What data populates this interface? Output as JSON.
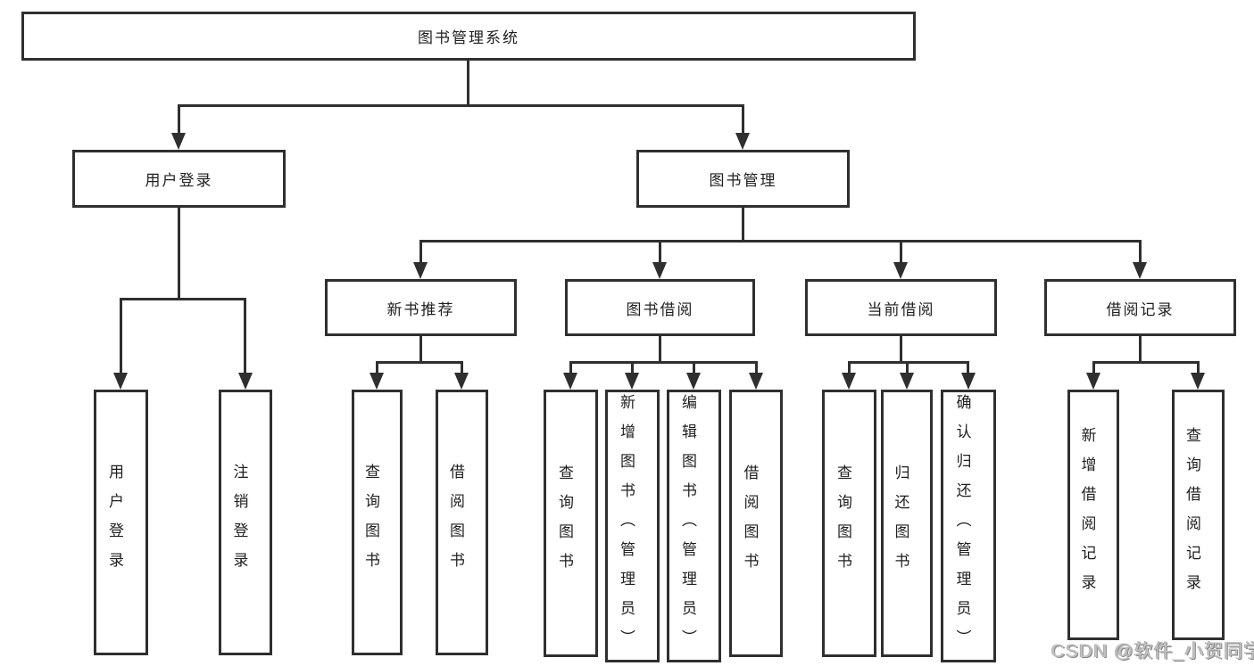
{
  "diagram_type": "hierarchy-tree",
  "colors": {
    "line": "#2f2f2f",
    "box_border": "#2f2f2f",
    "box_fill": "#ffffff",
    "text": "#1f1f1f",
    "watermark": "#c3c3c3"
  },
  "tree": {
    "root": {
      "label": "图书管理系统"
    },
    "level2": [
      {
        "label": "用户登录"
      },
      {
        "label": "图书管理"
      }
    ],
    "level3": [
      {
        "label": "新书推荐",
        "parent": "图书管理"
      },
      {
        "label": "图书借阅",
        "parent": "图书管理"
      },
      {
        "label": "当前借阅",
        "parent": "图书管理"
      },
      {
        "label": "借阅记录",
        "parent": "图书管理"
      }
    ],
    "leaves": [
      {
        "label": "用户登录",
        "parent": "用户登录"
      },
      {
        "label": "注销登录",
        "parent": "用户登录"
      },
      {
        "label": "查询图书",
        "parent": "新书推荐"
      },
      {
        "label": "借阅图书",
        "parent": "新书推荐"
      },
      {
        "label": "查询图书",
        "parent": "图书借阅"
      },
      {
        "label": "新增图书（管理员）",
        "parent": "图书借阅"
      },
      {
        "label": "编辑图书（管理员）",
        "parent": "图书借阅"
      },
      {
        "label": "借阅图书",
        "parent": "图书借阅"
      },
      {
        "label": "查询图书",
        "parent": "当前借阅"
      },
      {
        "label": "归还图书",
        "parent": "当前借阅"
      },
      {
        "label": "确认归还（管理员）",
        "parent": "当前借阅"
      },
      {
        "label": "新增借阅记录",
        "parent": "借阅记录"
      },
      {
        "label": "查询借阅记录",
        "parent": "借阅记录"
      }
    ]
  },
  "watermark": {
    "text": "CSDN @软件_小贺同学"
  }
}
